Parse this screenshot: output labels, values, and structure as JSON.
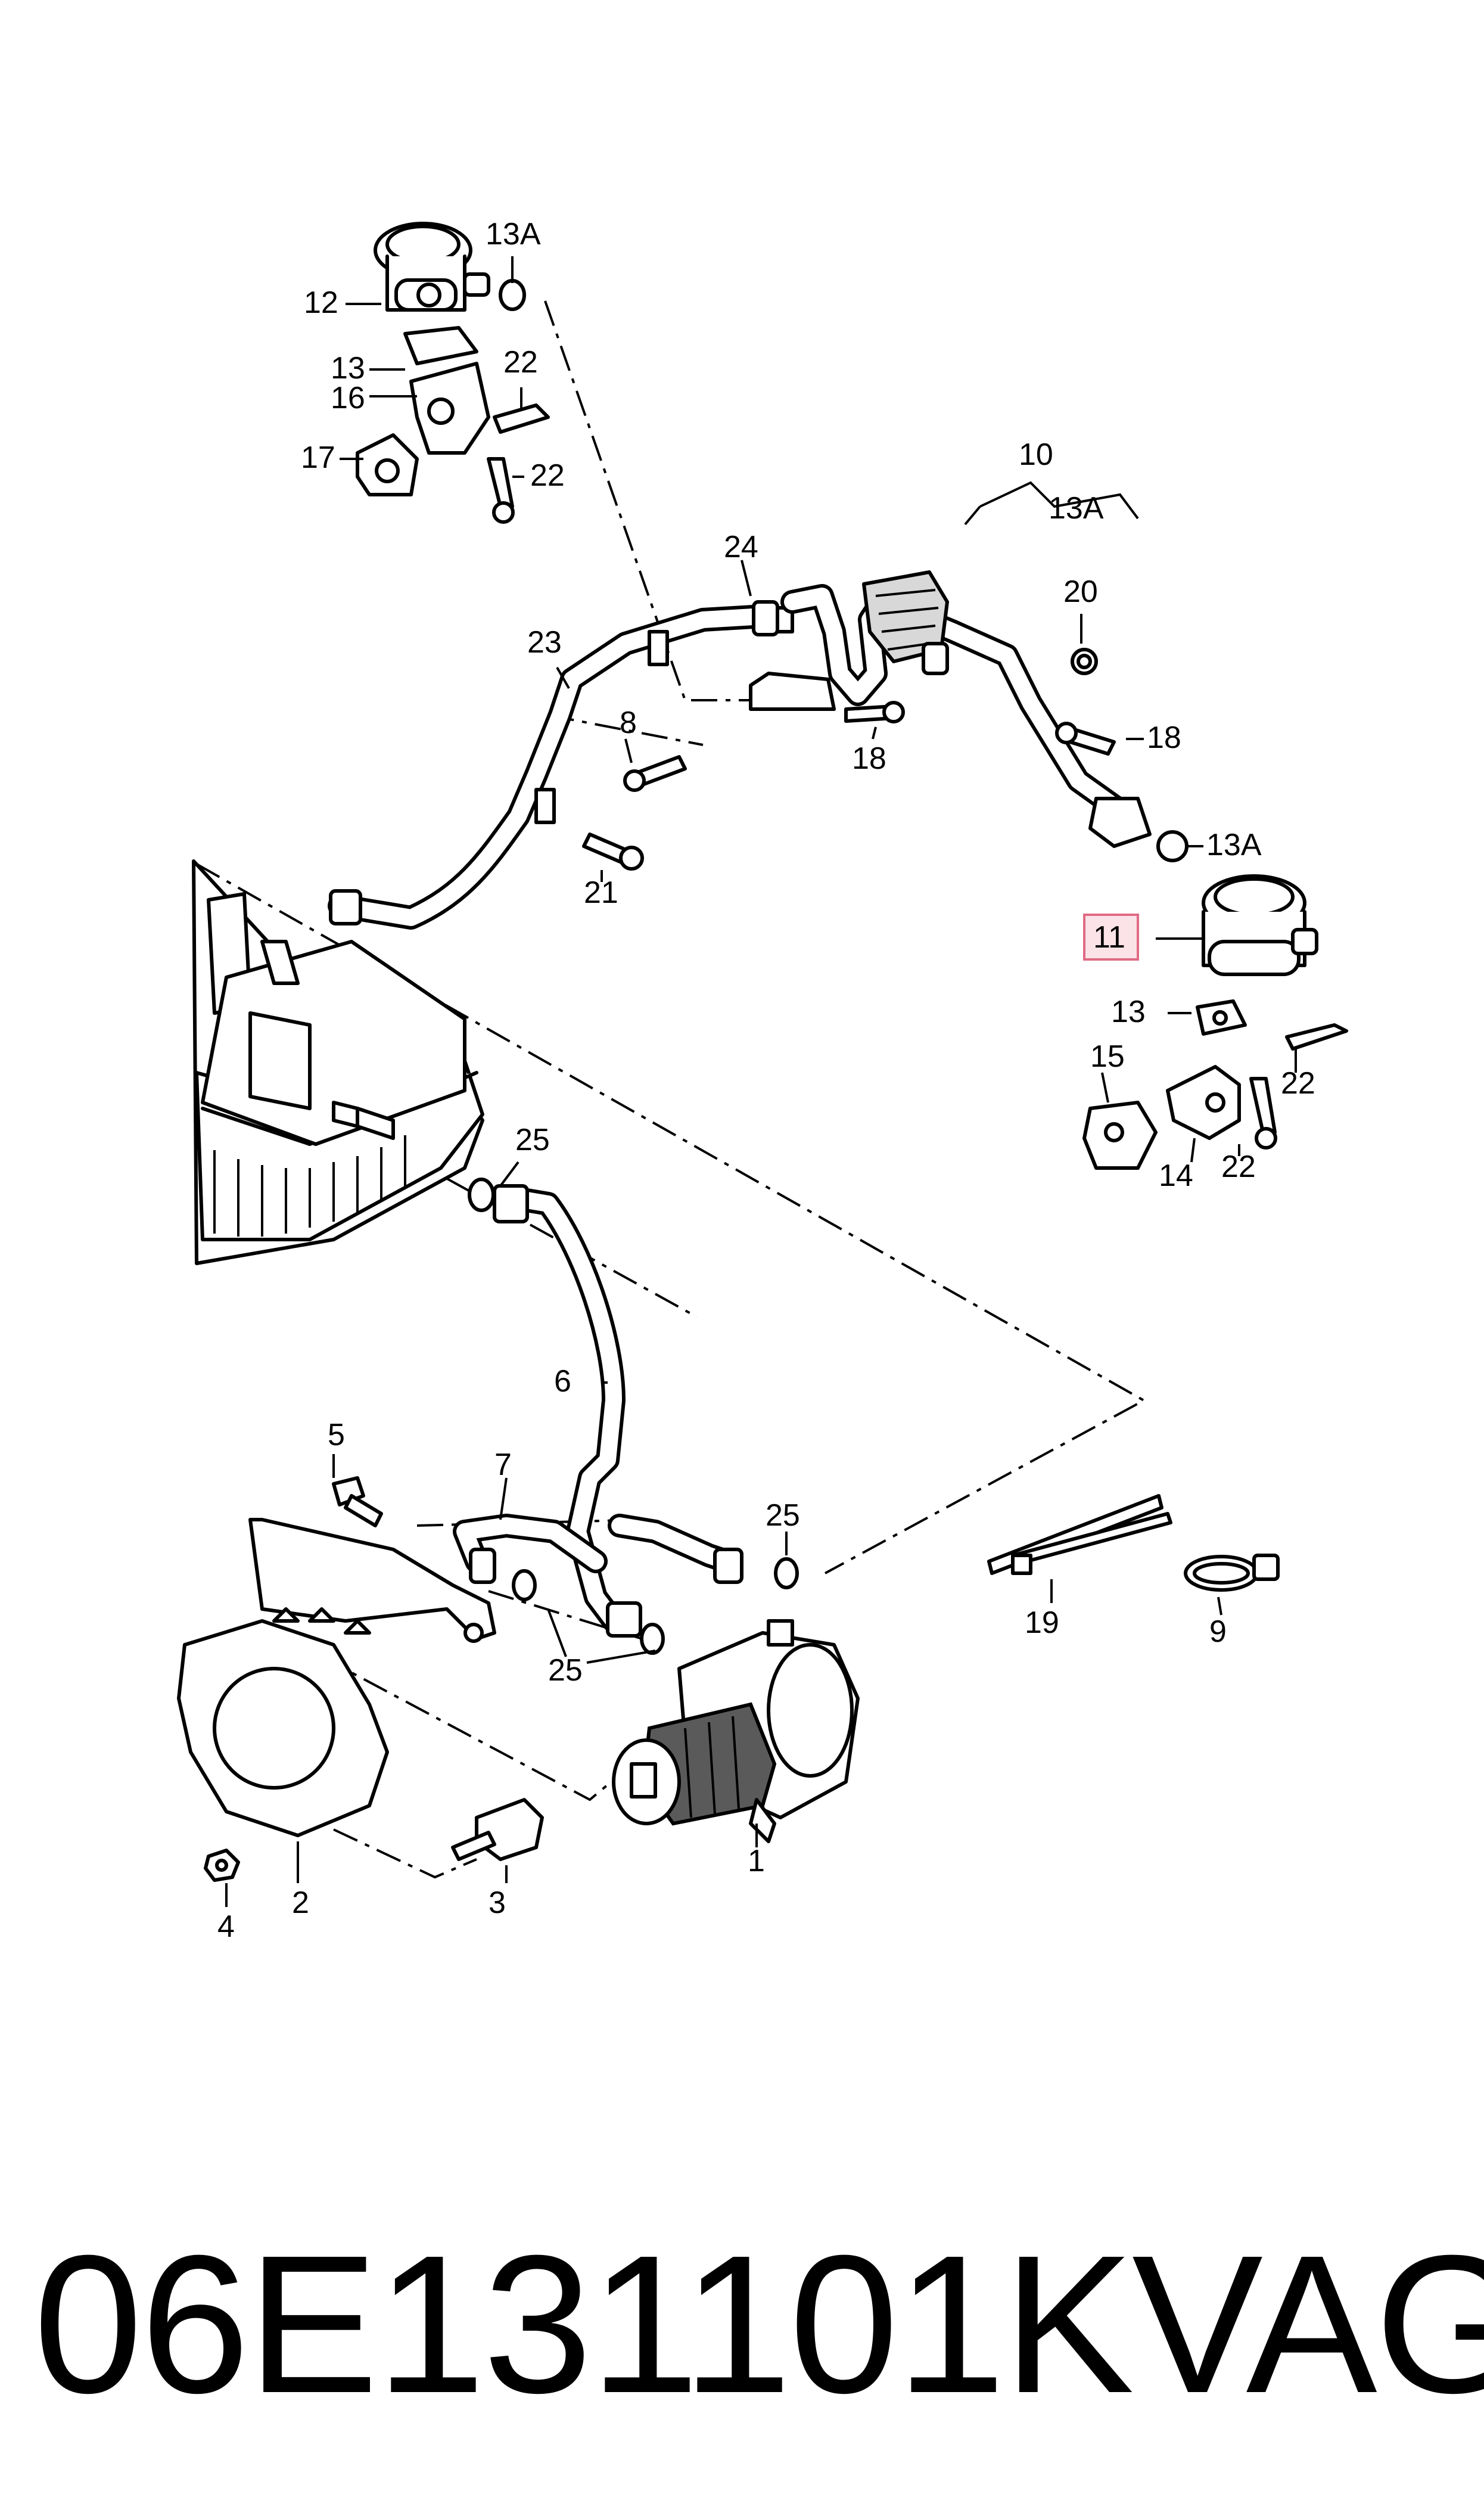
{
  "diagram": {
    "labels": {
      "p1": "1",
      "p2": "2",
      "p3": "3",
      "p4": "4",
      "p5": "5",
      "p6": "6",
      "p7": "7",
      "p8": "8",
      "p9": "9",
      "p10": "10",
      "p11": "11",
      "p12": "12",
      "p13_top": "13",
      "p13_right": "13",
      "p13A_top": "13A",
      "p13A_mid": "13A",
      "p13A_bracket": "13A",
      "p14": "14",
      "p15": "15",
      "p16": "16",
      "p17": "17",
      "p18_mid": "18",
      "p18_right": "18",
      "p19": "19",
      "p20": "20",
      "p21": "21",
      "p22_top1": "22",
      "p22_top2": "22",
      "p22_right1": "22",
      "p22_right2": "22",
      "p23": "23",
      "p24": "24",
      "p25_top": "25",
      "p25_mid": "25",
      "p25_low": "25"
    },
    "highlighted_part": "11",
    "highlight_color": "#e06a84"
  },
  "footer": {
    "part_number": "06E131101K",
    "brand": "VAG"
  }
}
